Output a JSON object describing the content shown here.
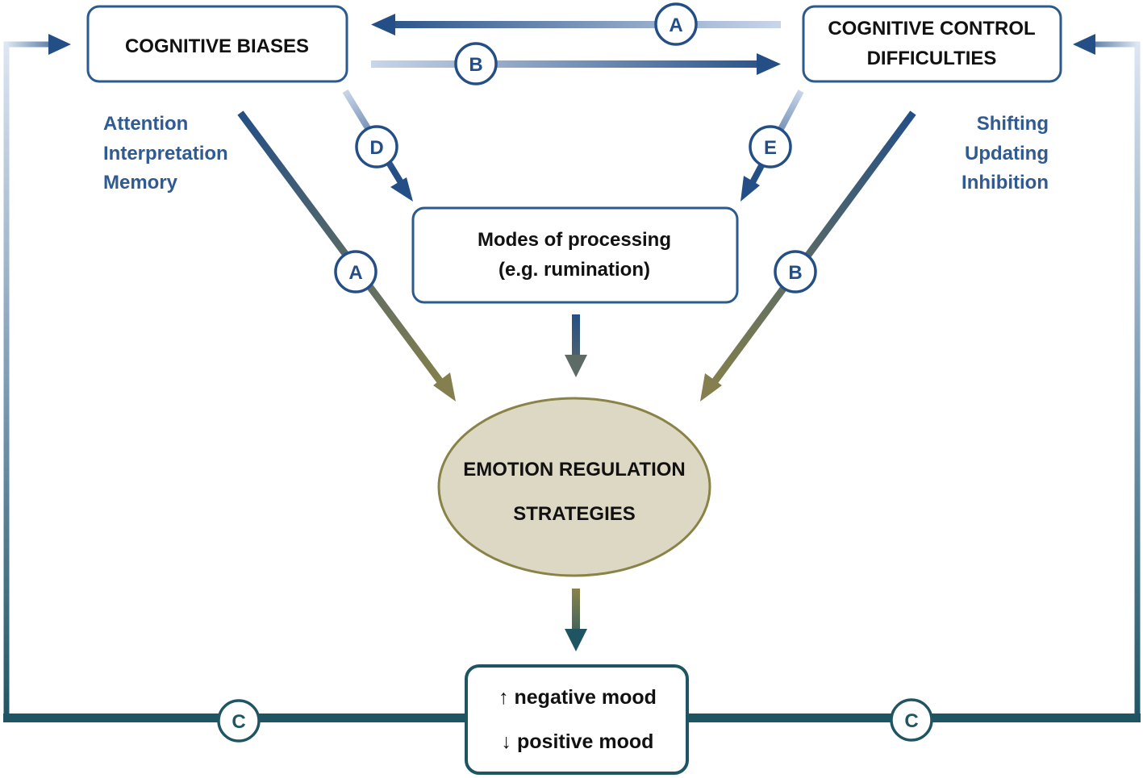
{
  "title": "Cognitive biases, cognitive control and emotion regulation model",
  "colors": {
    "navy": "#244f86",
    "navy_light": "#c9d6ea",
    "teal": "#1f5563",
    "olive": "#857f4f",
    "ellipse_fill": "#ddd8c4",
    "ellipse_stroke": "#8a8348",
    "list_text": "#2f5a92"
  },
  "nodes": {
    "cognitive_biases": {
      "label": "COGNITIVE BIASES"
    },
    "cognitive_control": {
      "lines": [
        "COGNITIVE CONTROL",
        "DIFFICULTIES"
      ]
    },
    "modes": {
      "lines": [
        "Modes of processing",
        "(e.g. rumination)"
      ]
    },
    "emotion_regulation": {
      "lines": [
        "EMOTION REGULATION",
        "STRATEGIES"
      ]
    },
    "mood": {
      "lines": [
        "↑ negative mood",
        "↓ positive mood"
      ]
    }
  },
  "lists": {
    "biases": [
      "Attention",
      "Interpretation",
      "Memory"
    ],
    "control": [
      "Shifting",
      "Updating",
      "Inhibition"
    ]
  },
  "paths": {
    "top_A": {
      "badge": "A",
      "from": "cognitive_control",
      "to": "cognitive_biases"
    },
    "top_B": {
      "badge": "B",
      "from": "cognitive_biases",
      "to": "cognitive_control"
    },
    "diag_A": {
      "badge": "A",
      "from": "cognitive_biases",
      "to": "emotion_regulation"
    },
    "diag_B": {
      "badge": "B",
      "from": "cognitive_control",
      "to": "emotion_regulation"
    },
    "D": {
      "badge": "D",
      "from": "cognitive_biases",
      "to": "modes"
    },
    "E": {
      "badge": "E",
      "from": "cognitive_control",
      "to": "modes"
    },
    "modes_to_er": {
      "from": "modes",
      "to": "emotion_regulation"
    },
    "er_to_mood": {
      "from": "emotion_regulation",
      "to": "mood"
    },
    "feedback_left": {
      "badge": "C",
      "from": "mood",
      "to": "cognitive_biases"
    },
    "feedback_right": {
      "badge": "C",
      "from": "mood",
      "to": "cognitive_control"
    }
  }
}
